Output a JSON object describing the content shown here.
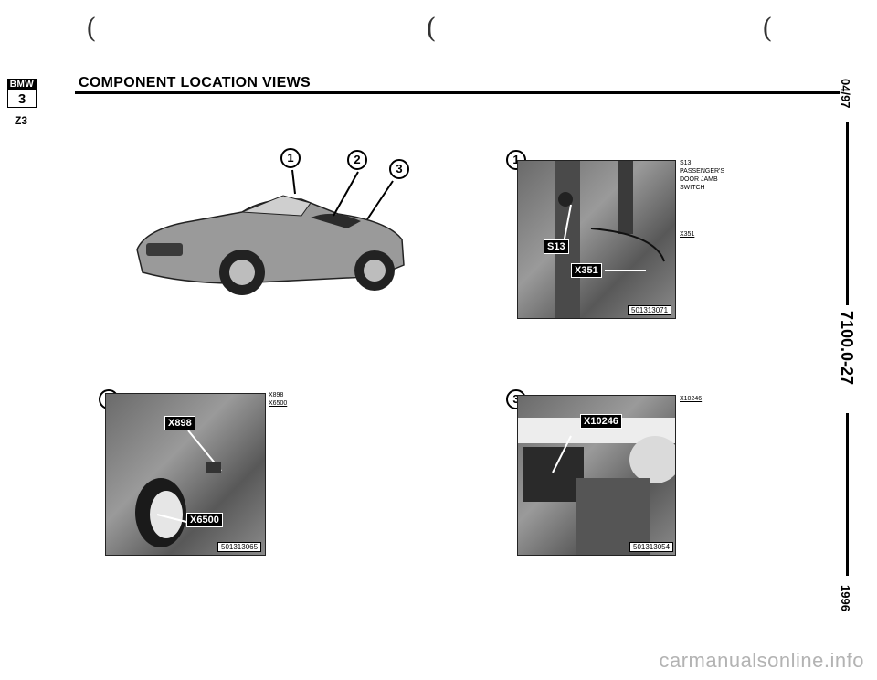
{
  "header": {
    "logo_brand": "BMW",
    "logo_series": "3",
    "title": "COMPONENT LOCATION VIEWS",
    "model": "Z3"
  },
  "top_marks": [
    "(",
    "(",
    "("
  ],
  "sidebar": {
    "date": "04/97",
    "doc_number": "7100.0-27",
    "year": "1996"
  },
  "overview": {
    "callouts": [
      "1",
      "2",
      "3"
    ]
  },
  "views": [
    {
      "number": "1",
      "component_code": "S13",
      "component_desc": "PASSENGER'S DOOR JAMB SWITCH",
      "connector_code": "X351",
      "tags": [
        "S13",
        "X351"
      ],
      "photo_ref": "501313071"
    },
    {
      "number": "2",
      "labels": [
        "X898",
        "X6500"
      ],
      "tags": [
        "X898",
        "X6500"
      ],
      "photo_ref": "501313065"
    },
    {
      "number": "3",
      "labels": [
        "X10246"
      ],
      "tags": [
        "X10246"
      ],
      "photo_ref": "501313054"
    }
  ],
  "watermark": "carmanualsonline.info"
}
